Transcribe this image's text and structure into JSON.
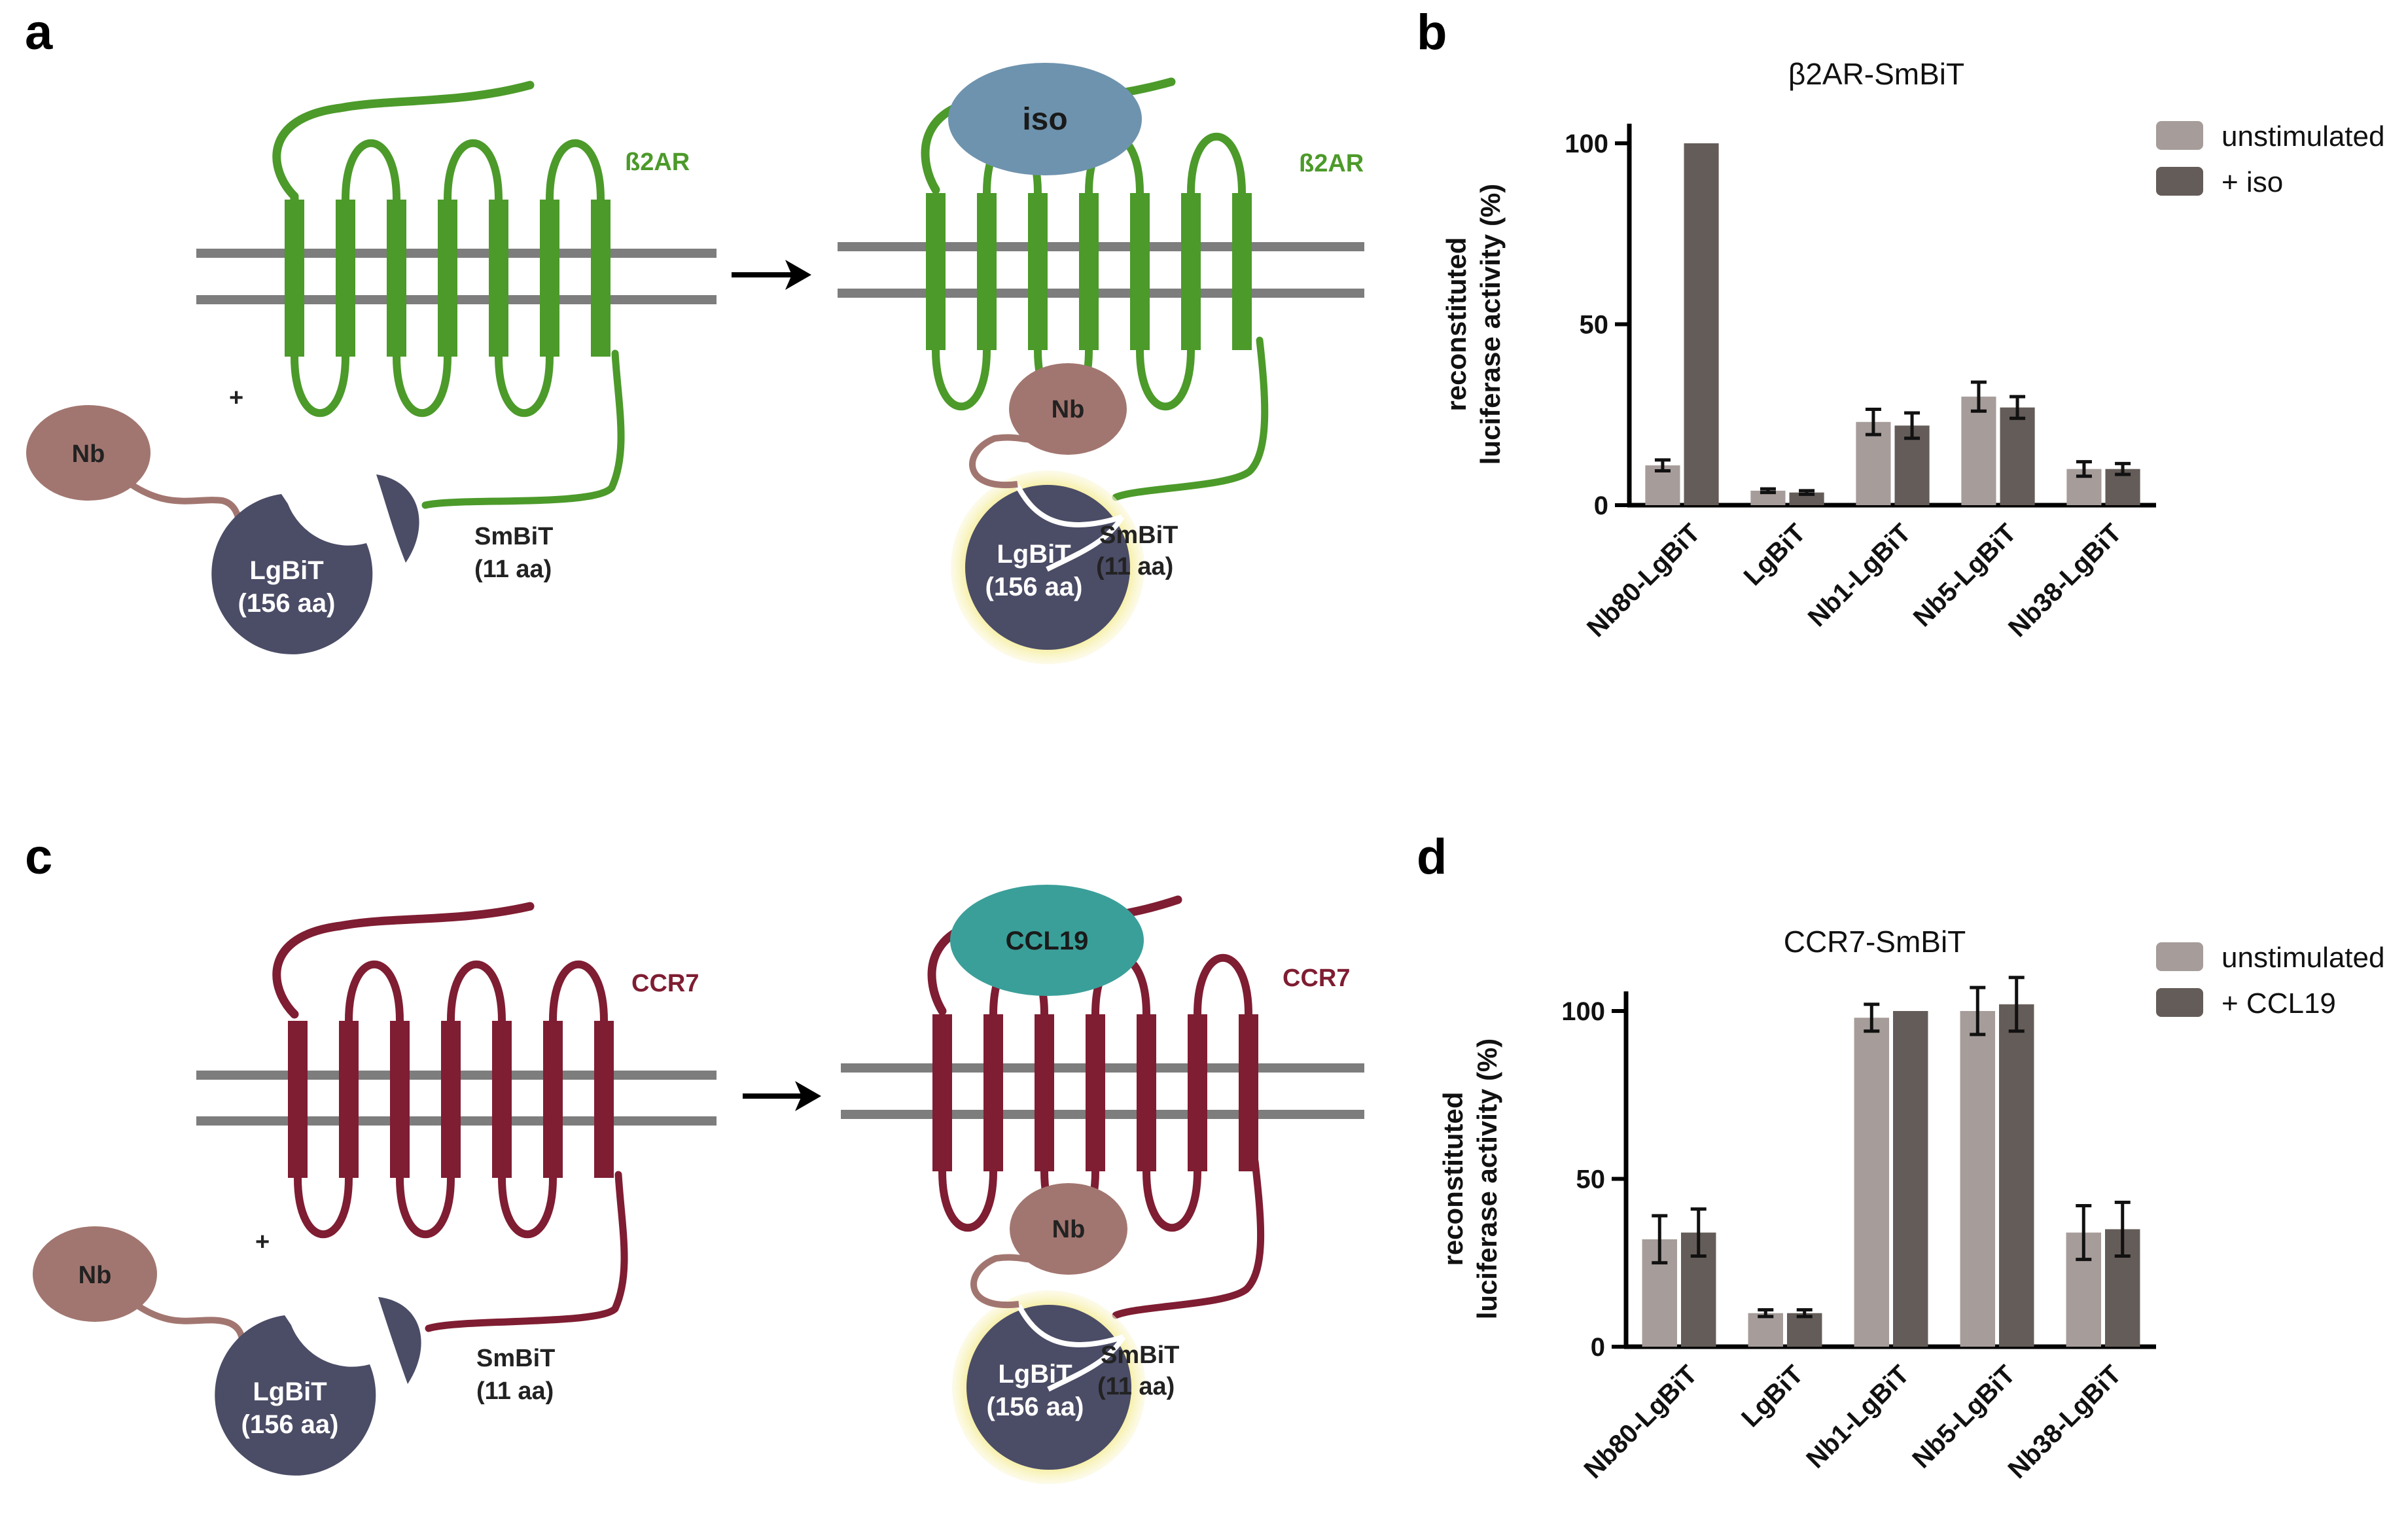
{
  "panels": {
    "a": {
      "label": "a",
      "receptor_left": "ß2AR",
      "receptor_right": "ß2AR",
      "ligand": "iso",
      "plus": "+",
      "nb": "Nb",
      "nb_bound": "Nb",
      "lgbit_name": "LgBiT",
      "lgbit_size": "(156 aa)",
      "smbit_name": "SmBiT",
      "smbit_size": "(11 aa)",
      "colors": {
        "receptor": "#4c9a2a",
        "ligand": "#6e93ae"
      }
    },
    "b": {
      "label": "b"
    },
    "c": {
      "label": "c",
      "receptor_left": "CCR7",
      "receptor_right": "CCR7",
      "ligand": "CCL19",
      "plus": "+",
      "nb": "Nb",
      "nb_bound": "Nb",
      "lgbit_name": "LgBiT",
      "lgbit_size": "(156 aa)",
      "smbit_name": "SmBiT",
      "smbit_size": "(11 aa)",
      "colors": {
        "receptor": "#7f1d32",
        "ligand": "#3a9f99"
      }
    },
    "d": {
      "label": "d"
    }
  },
  "colors": {
    "membrane": "#7d7d7d",
    "nb": "#a27670",
    "lgbit": "#4b4c66",
    "glow": "#f6ef9c",
    "bar_unstim": "#a69c9a",
    "bar_stim": "#645c58"
  },
  "chart_data": [
    {
      "type": "bar",
      "title": "β2AR-SmBiT",
      "ylabel_line1": "reconstituted",
      "ylabel_line2": "luciferase activity (%)",
      "ylim": [
        0,
        100
      ],
      "yticks": [
        0,
        50,
        100
      ],
      "categories": [
        "Nb80-LgBiT",
        "LgBiT",
        "Nb1-LgBiT",
        "Nb5-LgBiT",
        "Nb38-LgBiT"
      ],
      "series": [
        {
          "name": "unstimulated",
          "values": [
            11,
            4,
            23,
            30,
            10
          ],
          "errors": [
            1.5,
            0.5,
            3.5,
            4,
            2
          ]
        },
        {
          "name": "+ iso",
          "values": [
            100,
            3.5,
            22,
            27,
            10
          ],
          "errors": [
            0,
            0.5,
            3.5,
            3,
            1.5
          ]
        }
      ],
      "legend": "top-right"
    },
    {
      "type": "bar",
      "title": "CCR7-SmBiT",
      "ylabel_line1": "reconstituted",
      "ylabel_line2": "luciferase activity (%)",
      "ylim": [
        0,
        100
      ],
      "yticks": [
        0,
        50,
        100
      ],
      "categories": [
        "Nb80-LgBiT",
        "LgBiT",
        "Nb1-LgBiT",
        "Nb5-LgBiT",
        "Nb38-LgBiT"
      ],
      "series": [
        {
          "name": "unstimulated",
          "values": [
            32,
            10,
            98,
            100,
            34
          ],
          "errors": [
            7,
            1,
            4,
            7,
            8
          ]
        },
        {
          "name": "+ CCL19",
          "values": [
            34,
            10,
            100,
            102,
            35
          ],
          "errors": [
            7,
            1,
            0,
            8,
            8
          ]
        }
      ],
      "legend": "top-right"
    }
  ]
}
